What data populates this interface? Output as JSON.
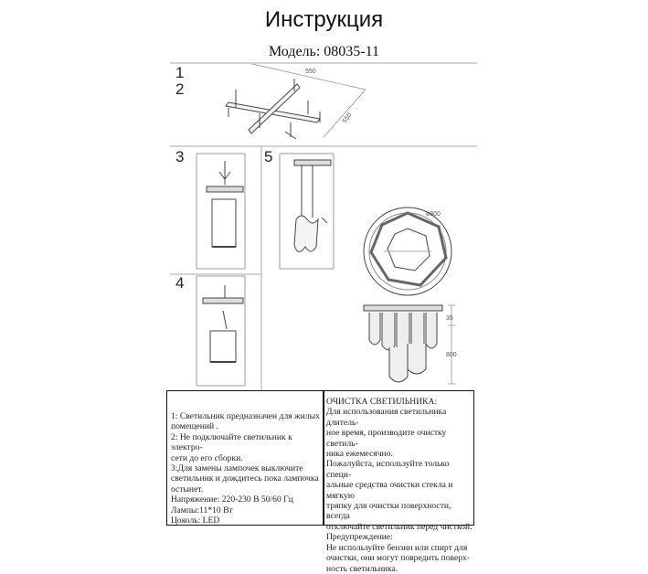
{
  "header": {
    "title": "Инструкция",
    "model": "Модель: 08035-11"
  },
  "steps": {
    "s1": "1",
    "s2": "2",
    "s3": "3",
    "s4": "4",
    "s5": "5"
  },
  "dimensions": {
    "top_width": "550",
    "top_depth": "550",
    "diameter": "ø800",
    "side_small": "35",
    "side_height": "800"
  },
  "instructions": {
    "left_text": "1: Светильник предназначен для жилых\nпомещений .\n2: Не подключайте светильник к электро-\nсети до его сборки.\n3:Для замены лампочек выключите\nсветильник  и дождитесь пока лампочка\nостынет.\nНапряжение: 220-230 В 50/60 Гц\nЛампы:11*10 Вт\nЦоколь: LED",
    "right_text": "ОЧИСТКА СВЕТИЛЬНИКА:\nДля использования светильника длитель-\nное время, производите очистку светиль-\nника ежемесячно.\nПожалуйста, используйте только специ-\nальные средства очистки стекла и мягкую\nтряпку для очистки поверхности, всегда\nотключайте светильник перед чисткой.\nПредупреждение:\nНе используйте бензин или спирт для\nочистки, они могут повредить поверх-\nность светильника."
  }
}
